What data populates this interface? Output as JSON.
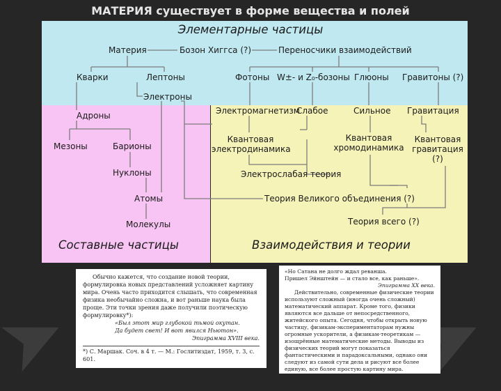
{
  "slide_title": "МАТЕРИЯ существует в форме вещества и полей",
  "regions": {
    "elementary": "Элементарные частицы",
    "composite": "Составные частицы",
    "interactions": "Взаимодействия и теории"
  },
  "nodes": {
    "materia": "Материя",
    "higgs": "Бозон Хиггса (?)",
    "carriers": "Переносчики взаимодействий",
    "quarks": "Кварки",
    "leptons": "Лептоны",
    "electrons": "Электроны",
    "photons": "Фотоны",
    "wz_bosons": "W±- и Z₀-бозоны",
    "gluons": "Глюоны",
    "gravitons": "Гравитоны (?)",
    "hadrons": "Адроны",
    "mesons": "Мезоны",
    "baryons": "Барионы",
    "nucleons": "Нуклоны",
    "atoms": "Атомы",
    "molecules": "Молекулы",
    "electromagnetism": "Электромагнетизм",
    "weak": "Слабое",
    "strong": "Сильное",
    "gravitation": "Гравитация",
    "qed": "Квантовая электродинамика",
    "qcd": "Квантовая хромодинамика",
    "quantum_gravity": "Квантовая гравитация (?)",
    "electroweak": "Электрослабая теория",
    "gut": "Теория Великого объединения (?)",
    "toe": "Теория всего (?)"
  },
  "doc_left": {
    "body": "Обычно кажется, что создание новой теории, формулировка новых представлений усложняет картину мира. Очень часто приходится слышать, что современная физика необычайно сложна, и вот раньше наука была проще. Эти точки зрения даже получили поэтическую формулировку*):",
    "verse1": "«Был этот мир глубокой тьмой окутан.",
    "verse2": "Да будет свет! И вот явился Ньютон».",
    "epigraph_src": "Эпиграмма XVIII века.",
    "footnote": "*) С. Маршак. Соч. в 4 т. — М.: Гослитиздат, 1959, т. 3, с. 601."
  },
  "doc_right": {
    "verse1": "«Но Сатана не долго ждал реванша.",
    "verse2": "Пришел Эйнштейн — и стало все, как раньше».",
    "epigraph_src": "Эпиграмма XX века.",
    "body": "Действительно, современные физические теории используют сложный (иногда очень сложный) математический аппарат. Кроме того, физики являются все дальше от непосредственного, житейского опыта. Сегодня, чтобы открыть новую частицу, физикам-экспериментаторам нужны огромные ускорители, а физикам-теоретикам — изощрённые математические методы. Выводы из физических теорий могут показаться фантастическими и парадоксальными, однако они следуют из самой сути дела и рисуют все более единую, все более простую картину мира."
  }
}
